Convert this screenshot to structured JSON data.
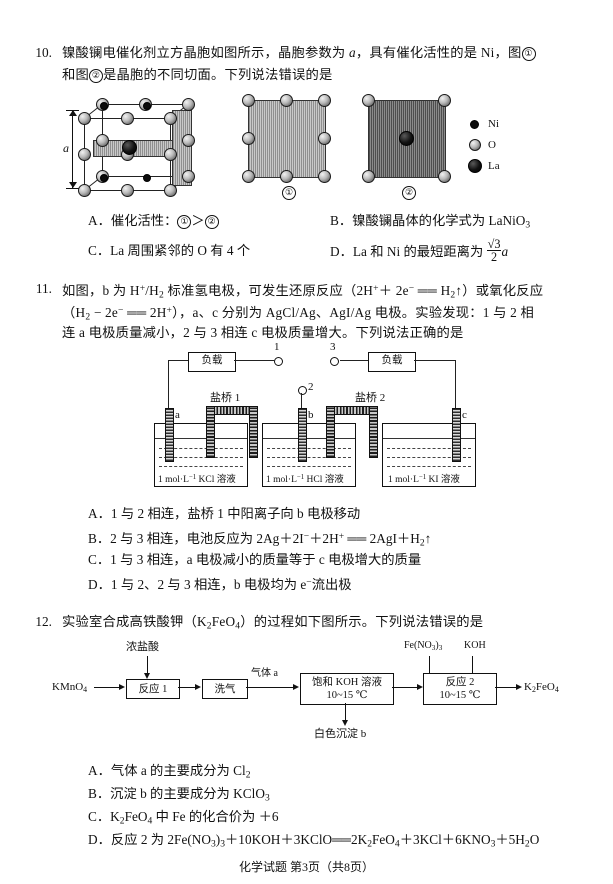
{
  "page": {
    "footer": "化学试题  第3页（共8页）"
  },
  "q10": {
    "number": "10.",
    "stem_line1_a": "镍酸镧电催化剂立方晶胞如图所示，晶胞参数为 ",
    "stem_line1_b": "a",
    "stem_line1_c": "，具有催化活性的是 Ni，图",
    "stem_line1_circ": "①",
    "stem_line2_a": "和图",
    "stem_line2_circ": "②",
    "stem_line2_b": "是晶胞的不同切面。下列说法错误的是",
    "figure": {
      "dimension_label": "a",
      "section1_label": "①",
      "section2_label": "②",
      "legend": [
        {
          "symbol": "Ni",
          "kind": "ni"
        },
        {
          "symbol": "O",
          "kind": "o"
        },
        {
          "symbol": "La",
          "kind": "la"
        }
      ]
    },
    "options": {
      "A_pre": "A．催化活性：",
      "A_c1": "①",
      "A_mid": "＞",
      "A_c2": "②",
      "B": "B．镍酸镧晶体的化学式为 LaNiO",
      "B_sub": "3",
      "C": "C．La 周围紧邻的 O 有 4 个",
      "D_pre": "D．La 和 Ni 的最短距离为 ",
      "D_num": "√3",
      "D_den": "2",
      "D_post": "a"
    }
  },
  "q11": {
    "number": "11.",
    "stem": {
      "l1_1": "如图，b 为 H",
      "l1_sup1": "+",
      "l1_2": "/H",
      "l1_sub1": "2",
      "l1_3": " 标准氢电极，可发生还原反应（2H",
      "l1_sup2": "+",
      "l1_4": "＋ 2e",
      "l1_sup3": "−",
      "l1_5": " ══ H",
      "l1_sub2": "2",
      "l1_6": "↑）或氧化反应",
      "l2_1": "（H",
      "l2_sub1": "2",
      "l2_2": " − 2e",
      "l2_sup1": "−",
      "l2_3": " ══ 2H",
      "l2_sup2": "+",
      "l2_4": "），a、c 分别为 AgCl/Ag、AgI/Ag 电极。实验发现：1 与 2 相",
      "l3": "连 a 电极质量减小，2 与 3 相连 c 电极质量增大。下列说法正确的是"
    },
    "figure": {
      "load1": "负载",
      "load2": "负载",
      "saltbridge1": "盐桥 1",
      "saltbridge2": "盐桥 2",
      "terminal1": "1",
      "terminal2": "2",
      "terminal3": "3",
      "electrode_a": "a",
      "electrode_b": "b",
      "electrode_c": "c",
      "beaker1_pre": "1 mol·L",
      "beaker1_sup": "−1",
      "beaker1_post": " KCl 溶液",
      "beaker2_pre": "1 mol·L",
      "beaker2_sup": "−1",
      "beaker2_post": " HCl 溶液",
      "beaker3_pre": "1 mol·L",
      "beaker3_sup": "−1",
      "beaker3_post": " KI 溶液"
    },
    "options": {
      "A": "A．1 与 2 相连，盐桥 1 中阳离子向 b 电极移动",
      "B_1": "B．2 与 3 相连，电池反应为 2Ag＋2I",
      "B_sup1": "−",
      "B_2": "＋2H",
      "B_sup2": "+",
      "B_3": " ══ 2AgI＋H",
      "B_sub1": "2",
      "B_4": "↑",
      "C": "C．1 与 3 相连，a 电极减小的质量等于 c 电极增大的质量",
      "D_1": "D．1 与 2、2 与 3 相连，b 电极均为 e",
      "D_sup": "−",
      "D_2": "流出极"
    }
  },
  "q12": {
    "number": "12.",
    "stem_1": "实验室合成高铁酸钾（K",
    "stem_sub1": "2",
    "stem_2": "FeO",
    "stem_sub2": "4",
    "stem_3": "）的过程如下图所示。下列说法错误的是",
    "flow": {
      "input_pre": "KMnO",
      "input_sub": "4",
      "hcl": "浓盐酸",
      "box1": "反应 1",
      "box2": "洗气",
      "gas_a": "气体 a",
      "box3_l1": "饱和 KOH 溶液",
      "box3_l2": "10~15 ℃",
      "precip_b": "白色沉淀 b",
      "fe_pre": "Fe(NO",
      "fe_sub1": "3",
      "fe_mid": ")",
      "fe_sub2": "3",
      "koh": "KOH",
      "box4_l1": "反应 2",
      "box4_l2": "10~15 ℃",
      "product_pre": "K",
      "product_sub1": "2",
      "product_mid": "FeO",
      "product_sub2": "4"
    },
    "options": {
      "A_1": "A．气体 a 的主要成分为 Cl",
      "A_sub": "2",
      "B_1": "B．沉淀 b 的主要成分为 KClO",
      "B_sub": "3",
      "C_1": "C．K",
      "C_sub1": "2",
      "C_2": "FeO",
      "C_sub2": "4",
      "C_3": " 中 Fe 的化合价为 ＋6",
      "D_1": "D．反应 2 为 2Fe(NO",
      "D_s1": "3",
      "D_2": ")",
      "D_s2": "3",
      "D_3": "＋10KOH＋3KClO══2K",
      "D_s3": "2",
      "D_4": "FeO",
      "D_s4": "4",
      "D_5": "＋3KCl＋6KNO",
      "D_s5": "3",
      "D_6": "＋5H",
      "D_s6": "2",
      "D_7": "O"
    }
  }
}
